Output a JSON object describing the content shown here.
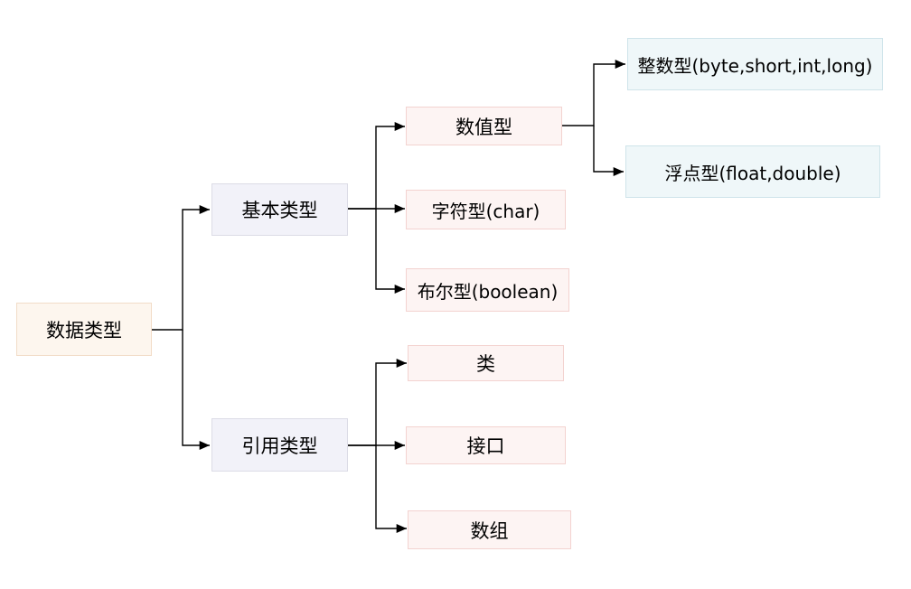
{
  "colors": {
    "root_fill": "#fdf6ee",
    "mid_fill": "#f2f2f9",
    "leaf_fill": "#fdf4f3",
    "sub_fill": "#eff7f9",
    "line": "#000000"
  },
  "diagram": {
    "root": "数据类型",
    "basic": {
      "label": "基本类型",
      "children": [
        "数值型",
        "字符型(char)",
        "布尔型(boolean)"
      ],
      "numeric_children": [
        "整数型(byte,short,int,long)",
        "浮点型(float,double)"
      ]
    },
    "reference": {
      "label": "引用类型",
      "children": [
        "类",
        "接口",
        "数组"
      ]
    }
  }
}
